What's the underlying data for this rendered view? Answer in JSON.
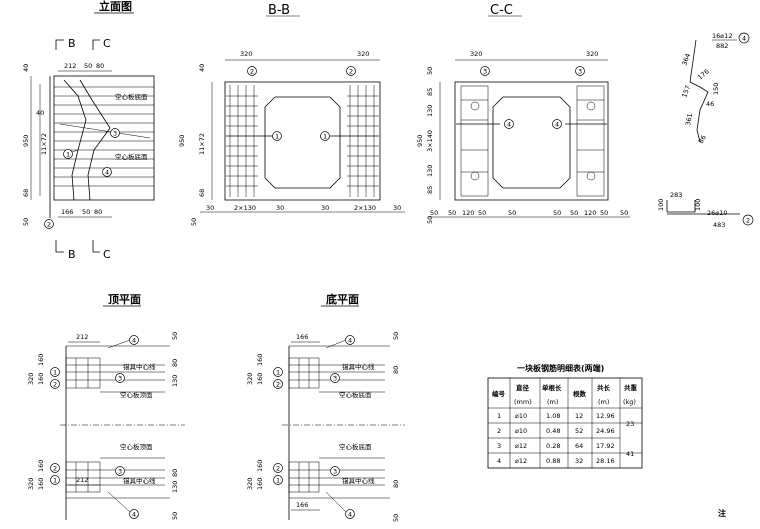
{
  "titles": {
    "elevation": "立面图",
    "bb": "B-B",
    "cc": "C-C",
    "top_plan": "顶平面",
    "bottom_plan": "底平面"
  },
  "section_marks": {
    "b": "B",
    "c": "C"
  },
  "elevation": {
    "dims_top": [
      "212",
      "50",
      "80"
    ],
    "dims_bottom": [
      "166",
      "50",
      "80"
    ],
    "left_dims": [
      "40",
      "950",
      "68",
      "50"
    ],
    "mid_dims": [
      "11×72",
      "40"
    ],
    "labels": [
      "空心板底面",
      "空心板底面"
    ],
    "markers": [
      "1",
      "2",
      "3",
      "4"
    ]
  },
  "bb_section": {
    "top_dims": [
      "320",
      "320"
    ],
    "left_dims": [
      "40",
      "950",
      "11×72",
      "68",
      "50"
    ],
    "bottom_dims": [
      "30",
      "2×130",
      "30",
      "30",
      "2×130",
      "30"
    ],
    "markers": [
      "2",
      "2",
      "1",
      "1"
    ]
  },
  "cc_section": {
    "top_dims": [
      "320",
      "320"
    ],
    "left_dims": [
      "50",
      "85",
      "130",
      "950",
      "3×140",
      "130",
      "85",
      "50"
    ],
    "bottom_dims": [
      "50",
      "50",
      "120",
      "50",
      "50",
      "50",
      "50",
      "120",
      "50",
      "50"
    ],
    "markers": [
      "3",
      "3",
      "4",
      "4"
    ]
  },
  "rebar_detail": {
    "bar4_label": "16⌀12",
    "bar4_len": "882",
    "bar4_dims": [
      "364",
      "176",
      "157",
      "150",
      "46",
      "361",
      "86"
    ],
    "bar4_marker": "4",
    "bar2_label": "26⌀10",
    "bar2_len": "483",
    "bar2_dims": [
      "283",
      "100",
      "100"
    ],
    "bar2_marker": "2"
  },
  "top_plan": {
    "dims": [
      "212",
      "212",
      "50",
      "50",
      "320",
      "160",
      "160",
      "320",
      "160",
      "160",
      "130",
      "80",
      "80",
      "130"
    ],
    "labels": [
      "锚具中心线",
      "空心板顶面",
      "空心板顶面",
      "锚具中心线"
    ],
    "markers": [
      "4",
      "1",
      "2",
      "3",
      "3",
      "2",
      "1",
      "4"
    ]
  },
  "bottom_plan": {
    "dims": [
      "166",
      "166",
      "50",
      "50",
      "320",
      "160",
      "160",
      "320",
      "160",
      "160",
      "80",
      "80"
    ],
    "labels": [
      "锚具中心线",
      "空心板底面",
      "空心板底面",
      "锚具中心线"
    ],
    "markers": [
      "4",
      "1",
      "2",
      "3",
      "3",
      "2",
      "1",
      "4"
    ]
  },
  "rebar_table": {
    "title": "一块板钢筋明细表(两端)",
    "headers": [
      "编号",
      "直径",
      "单根长",
      "根数",
      "共长",
      "共重"
    ],
    "units": [
      "",
      "(mm)",
      "(m)",
      "",
      "(m)",
      "(kg)"
    ],
    "rows": [
      [
        "1",
        "⌀10",
        "1.08",
        "12",
        "12.96",
        ""
      ],
      [
        "2",
        "⌀10",
        "0.48",
        "52",
        "24.96",
        ""
      ],
      [
        "3",
        "⌀12",
        "0.28",
        "64",
        "17.92",
        ""
      ],
      [
        "4",
        "⌀12",
        "0.88",
        "32",
        "28.16",
        ""
      ]
    ],
    "merged_weights": [
      "23",
      "41"
    ]
  },
  "note": "注"
}
